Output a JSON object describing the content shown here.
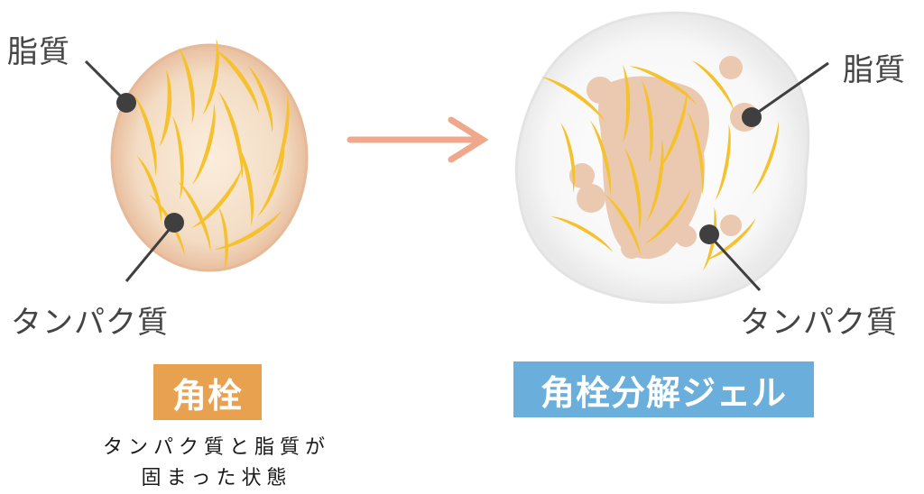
{
  "left": {
    "label_lipid": "脂質",
    "label_protein": "タンパク質",
    "tag_label": "角栓",
    "tag_color": "#e8a14f",
    "caption_line1": "タンパク質と脂質が",
    "caption_line2": "固まった状態"
  },
  "arrow": {
    "icon": "arrow-right-icon",
    "color": "#f0a88c"
  },
  "right": {
    "label_lipid": "脂質",
    "label_protein": "タンパク質",
    "tag_label": "角栓分解ジェル",
    "tag_color": "#6aaedb"
  },
  "colors": {
    "plug_outer": "#ecc3a5",
    "plug_inner": "#f7e4d0",
    "keratin": "#f5c22e",
    "lipid_blob": "#e8c4aa",
    "gel": "#eeeeee",
    "pointer": "#3f3f3f"
  }
}
